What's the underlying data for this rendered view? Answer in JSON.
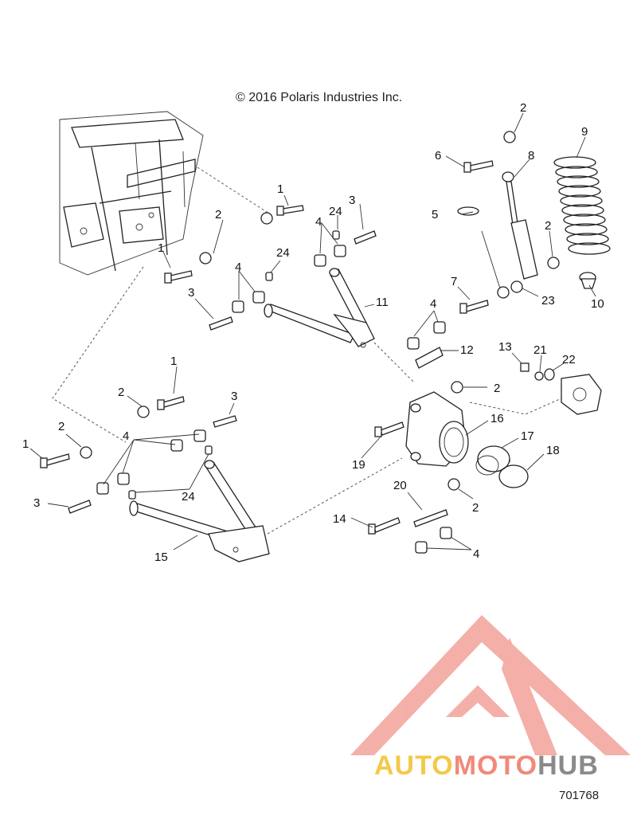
{
  "copyright": "© 2016 Polaris Industries Inc.",
  "document_number": "701768",
  "watermark": {
    "part1": "AUTO",
    "part2": "MOTO",
    "part3": "HUB",
    "colors": {
      "auto": "#f3c94a",
      "moto": "#f08a7a",
      "hub": "#8a8a8a",
      "triangle": "#f2a29a"
    }
  },
  "callouts": {
    "c1a": "1",
    "c1b": "1",
    "c1c": "1",
    "c1d": "1",
    "c2a": "2",
    "c2b": "2",
    "c2c": "2",
    "c2d": "2",
    "c2e": "2",
    "c2f": "2",
    "c2g": "2",
    "c3a": "3",
    "c3b": "3",
    "c3c": "3",
    "c3d": "3",
    "c4a": "4",
    "c4b": "4",
    "c4c": "4",
    "c4d": "4",
    "c4e": "4",
    "c5": "5",
    "c6": "6",
    "c7": "7",
    "c8": "8",
    "c9": "9",
    "c10": "10",
    "c11": "11",
    "c12": "12",
    "c13": "13",
    "c14": "14",
    "c15": "15",
    "c16": "16",
    "c17": "17",
    "c18": "18",
    "c19": "19",
    "c20": "20",
    "c21": "21",
    "c22": "22",
    "c23": "23",
    "c24a": "24",
    "c24b": "24",
    "c24c": "24"
  }
}
